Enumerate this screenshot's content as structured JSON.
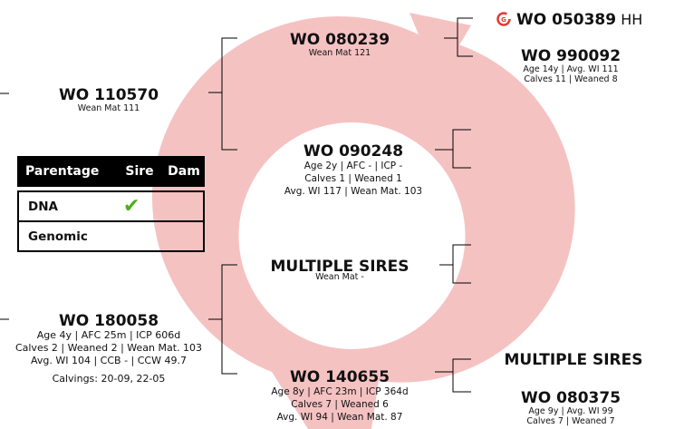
{
  "colors": {
    "arrow": "#ef9a9a",
    "check": "#4caf1a",
    "logo": "#e53935"
  },
  "sire_sire_sire": {
    "name": "WO 050389",
    "suffix": "HH",
    "logo_icon": "genomic-g-icon"
  },
  "sire_sire_dam": {
    "name": "WO 990092",
    "line1": "Age 14y | Avg. WI 111",
    "line2": "Calves 11 | Weaned 8"
  },
  "sire_sire": {
    "name": "WO 080239",
    "sub": "Wean Mat 121"
  },
  "sire": {
    "name": "WO 110570",
    "sub": "Wean Mat 111"
  },
  "sire_dam": {
    "name": "WO 090248",
    "line1": "Age 2y | AFC - | ICP -",
    "line2": "Calves 1 | Weaned 1",
    "line3": "Avg. WI 117 | Wean Mat. 103"
  },
  "dam_sire": {
    "name": "MULTIPLE SIRES",
    "sub": "Wean Mat -"
  },
  "dam": {
    "name": "WO 180058",
    "line1": "Age 4y | AFC 25m | ICP 606d",
    "line2": "Calves 2 | Weaned 2 | Wean Mat. 103",
    "line3": "Avg. WI 104 | CCB - | CCW 49.7",
    "calvings": "Calvings: 20-09, 22-05"
  },
  "dam_dam": {
    "name": "WO 140655",
    "line1": "Age 8y | AFC 23m | ICP 364d",
    "line2": "Calves 7 | Weaned 6",
    "line3": "Avg. WI 94 | Wean Mat. 87"
  },
  "dam_dam_sire": {
    "name": "MULTIPLE SIRES"
  },
  "dam_dam_dam": {
    "name": "WO 080375",
    "line1": "Age 9y | Avg. WI 99",
    "line2": "Calves 7 | Weaned 7"
  },
  "parentage": {
    "headers": [
      "Parentage",
      "Sire",
      "Dam"
    ],
    "rows": [
      {
        "label": "DNA",
        "sire_check": "✔"
      },
      {
        "label": "Genomic",
        "sire_check": ""
      }
    ]
  }
}
